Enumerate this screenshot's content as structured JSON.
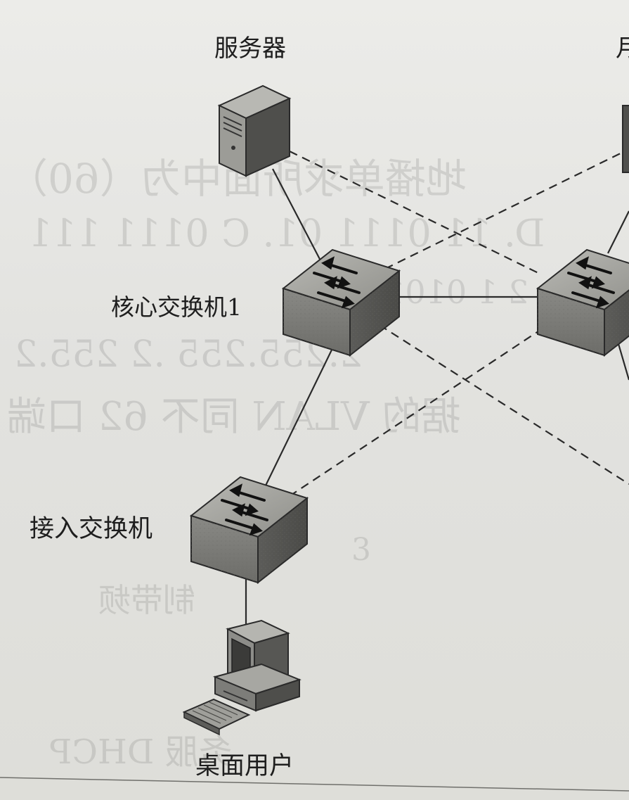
{
  "labels": {
    "server_left": "服务器",
    "server_right_partial": "月",
    "core_switch_1": "核心交换机1",
    "access_switch": "接入交换机",
    "desktop_user": "桌面用户"
  },
  "icons": {
    "server": "server-tower-icon",
    "switch": "network-switch-icon",
    "desktop": "desktop-computer-icon"
  },
  "colors": {
    "paper": "#e4e4e2",
    "ink": "#1e1e1e",
    "device_face": "#9a9a96",
    "device_dark": "#5b5b58"
  }
}
